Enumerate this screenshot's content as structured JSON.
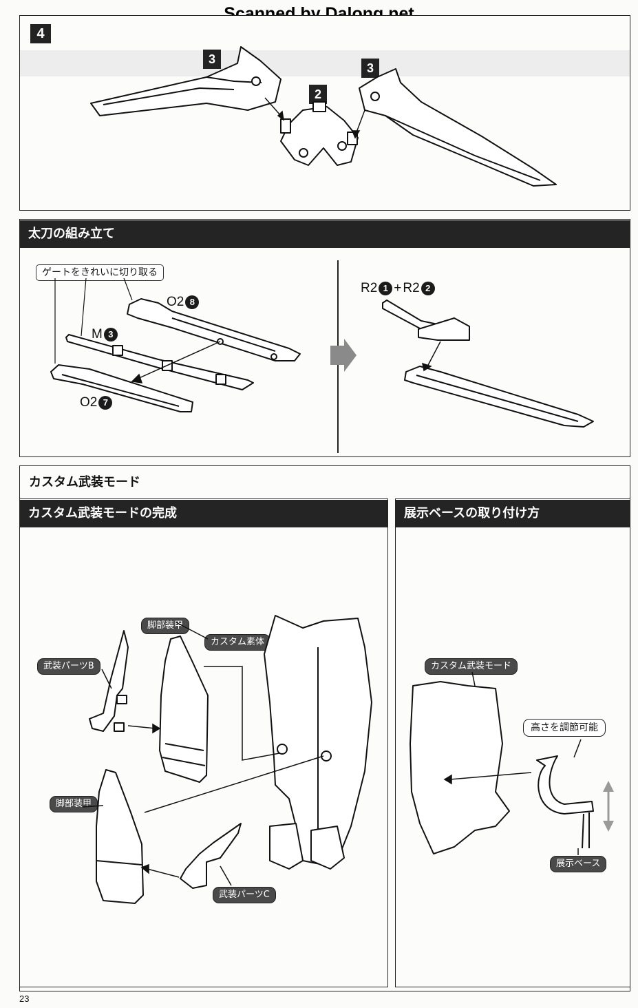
{
  "watermark": "Scanned by Dalong.net",
  "step4": {
    "step_number": "4",
    "part_a": "3",
    "part_b": "2",
    "part_c": "3"
  },
  "tachi": {
    "heading": "太刀の組み立て",
    "gate_note": "ゲートをきれいに切り取る",
    "part_o2_8": {
      "code": "O2",
      "num": "8"
    },
    "part_m3": {
      "code": "M",
      "num": "3"
    },
    "part_o2_7": {
      "code": "O2",
      "num": "7"
    },
    "part_r2": {
      "code1": "R2",
      "num1": "1",
      "plus": "+",
      "code2": "R2",
      "num2": "2"
    }
  },
  "custom": {
    "section_title": "カスタム武装モード",
    "complete_heading": "カスタム武装モードの完成",
    "labels": {
      "leg_armor_top": "脚部装甲",
      "custom_body": "カスタム素体",
      "weapon_b": "武装パーツB",
      "leg_armor_bottom": "脚部装甲",
      "weapon_c": "武装パーツC"
    }
  },
  "display": {
    "heading": "展示ベースの取り付け方",
    "labels": {
      "mode": "カスタム武装モード",
      "height": "高さを調節可能",
      "base": "展示ベース"
    }
  },
  "page_number": "23"
}
